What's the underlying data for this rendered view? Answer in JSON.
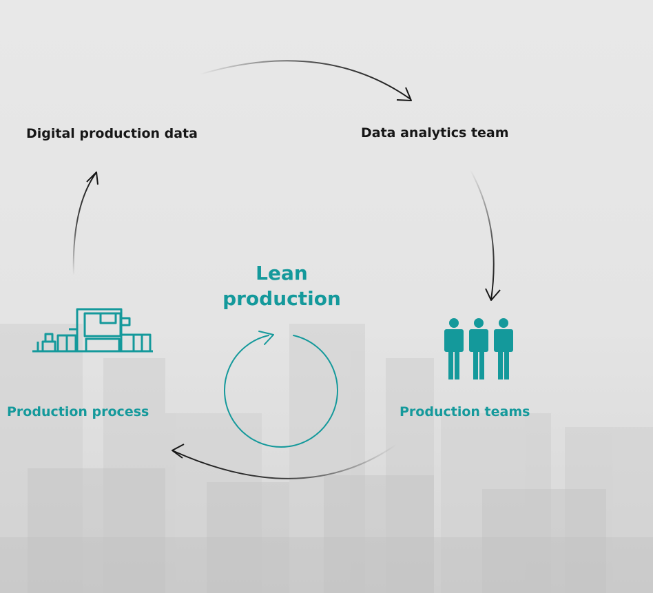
{
  "colors": {
    "teal": "#14999b",
    "dark": "#161616",
    "background": "#e8e8e8"
  },
  "nodes": {
    "digital_data": "Digital production data",
    "analytics_team": "Data analytics team",
    "production_teams": "Production teams",
    "production_process": "Production process"
  },
  "center": {
    "line1": "Lean",
    "line2": "production"
  },
  "icons": {
    "process": "production-machine-icon",
    "teams": "people-group-icon",
    "cycle": "cycle-arrow-icon"
  }
}
